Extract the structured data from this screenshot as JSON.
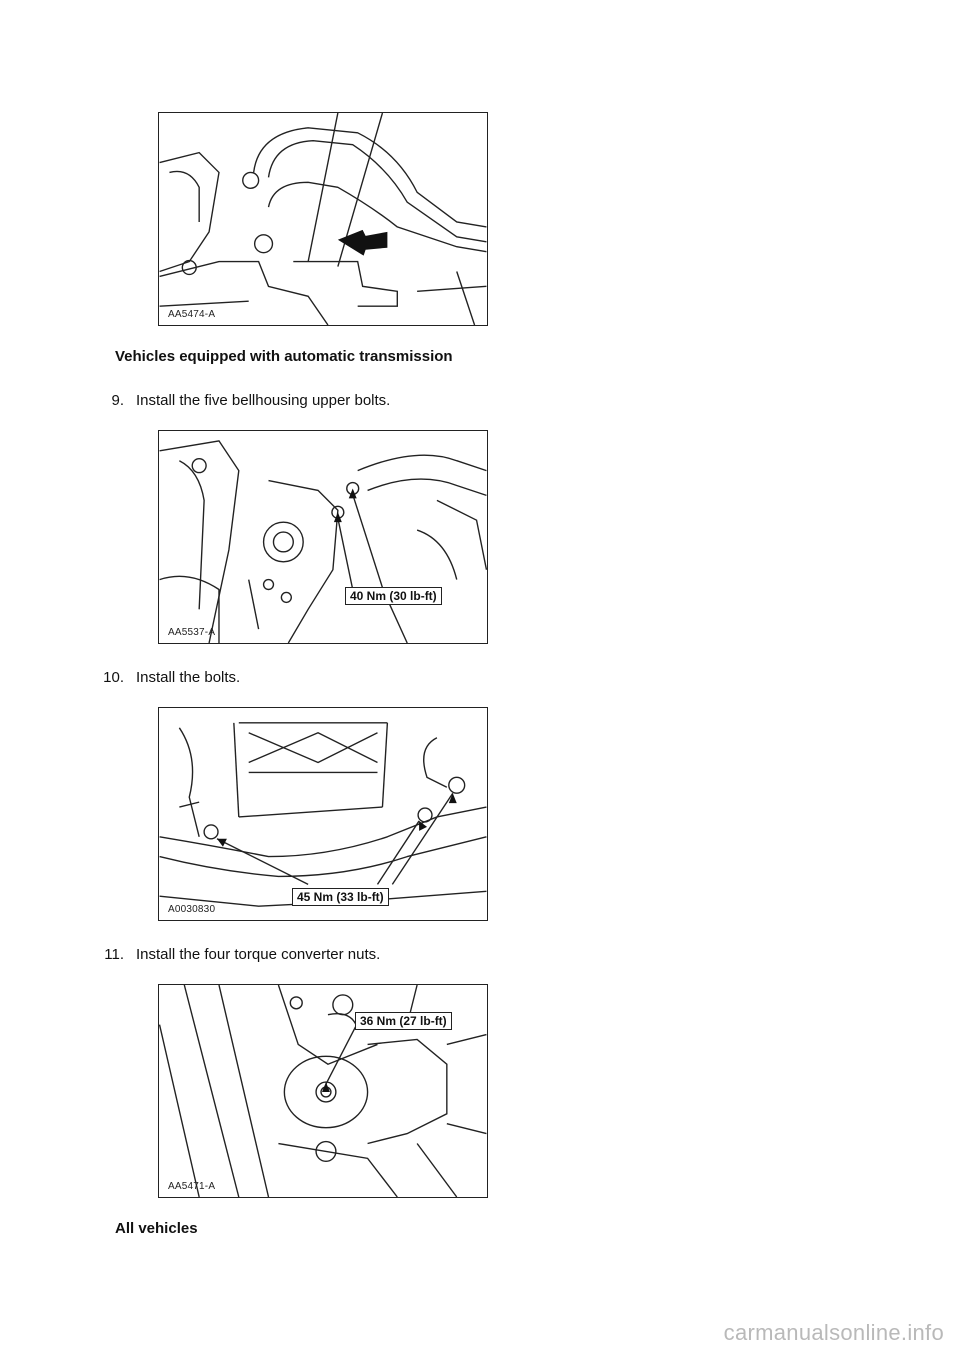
{
  "figures": [
    {
      "id": "AA5474-A"
    },
    {
      "id": "AA5537-A",
      "torque": "40 Nm (30 lb-ft)"
    },
    {
      "id": "A0030830",
      "torque": "45 Nm (33 lb-ft)"
    },
    {
      "id": "AA5471-A",
      "torque": "36 Nm (27 lb-ft)"
    }
  ],
  "sections": {
    "automatic": "Vehicles equipped with automatic transmission",
    "all": "All vehicles"
  },
  "steps": [
    {
      "number": "9.",
      "text": "Install the five bellhousing upper bolts."
    },
    {
      "number": "10.",
      "text": "Install the bolts."
    },
    {
      "number": "11.",
      "text": "Install the four torque converter nuts."
    }
  ],
  "watermark": "carmanualsonline.info"
}
